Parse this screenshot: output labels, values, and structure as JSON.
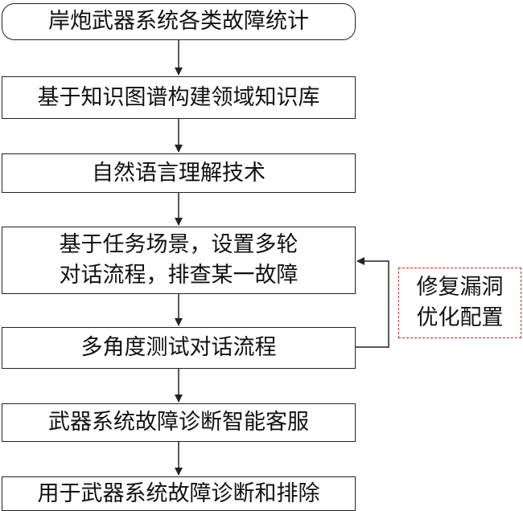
{
  "flow": {
    "step1": "岸炮武器系统各类故障统计",
    "step2": "基于知识图谱构建领域知识库",
    "step3": "自然语言理解技术",
    "step4_line1": "基于任务场景，设置多轮",
    "step4_line2": "对话流程，排查某一故障",
    "step5": "多角度测试对话流程",
    "step6": "武器系统故障诊断智能客服",
    "step7": "用于武器系统故障诊断和排除"
  },
  "feedback": {
    "line1": "修复漏洞",
    "line2": "优化配置",
    "border_color": "#d32626"
  }
}
